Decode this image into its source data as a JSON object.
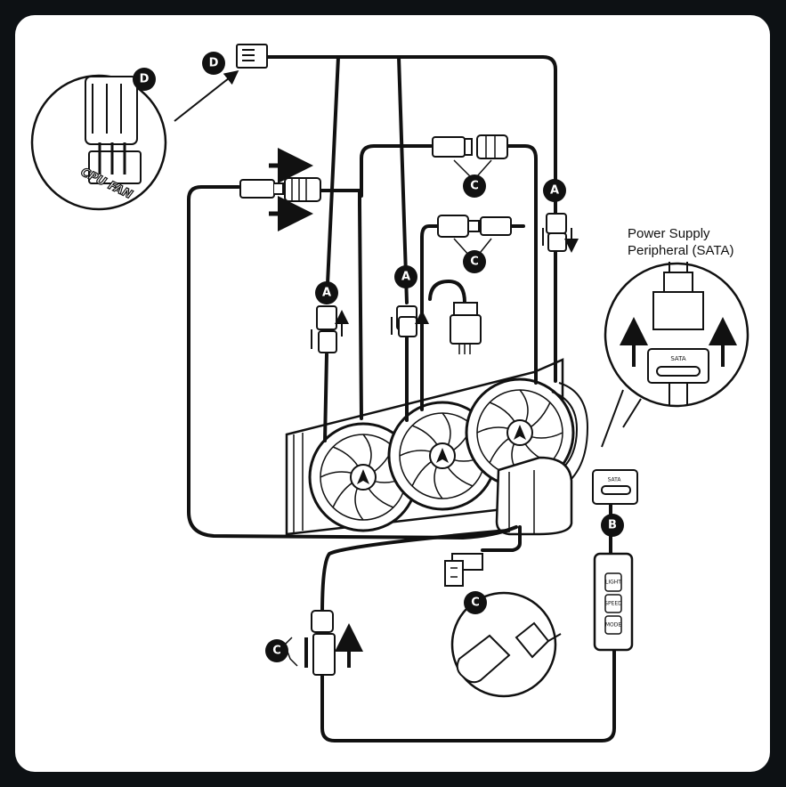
{
  "psu_label_line1": "Power Supply",
  "psu_label_line2": "Peripheral (SATA)",
  "cpu_fan_label": "CPU FAN",
  "sata_label": "SATA",
  "controller_buttons": [
    "LIGHT",
    "SPEED",
    "MODE"
  ],
  "badges": {
    "a": "A",
    "b": "B",
    "c": "C",
    "d": "D"
  },
  "colors": {
    "cable": "#111111",
    "background": "#ffffff",
    "frame": "#0d1114",
    "badge": "#111111"
  }
}
